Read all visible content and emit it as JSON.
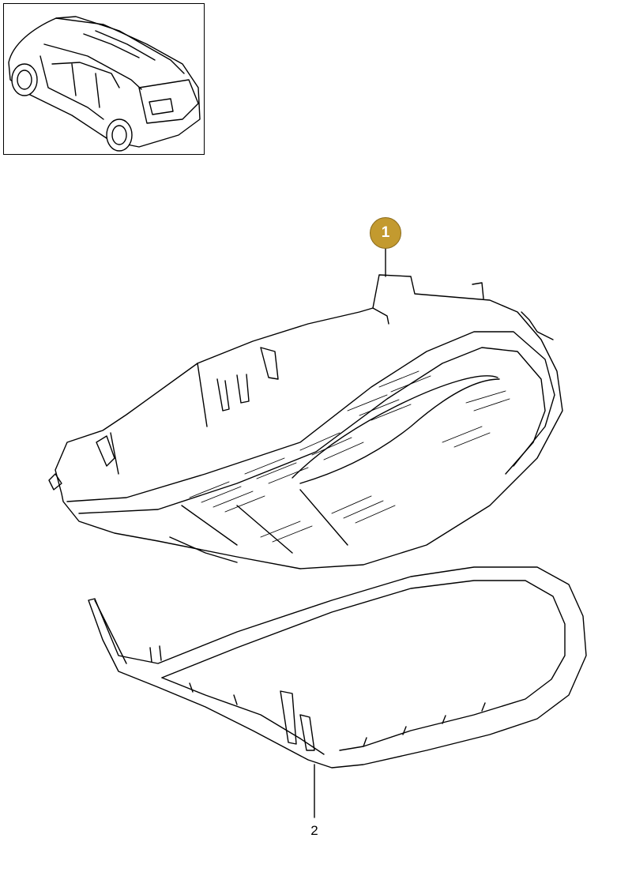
{
  "callouts": [
    {
      "label": "1",
      "style": "filled-badge",
      "color": "#c39a2f"
    },
    {
      "label": "2",
      "style": "plain"
    }
  ],
  "thumbnail": {
    "subject": "vehicle-overview",
    "icon": "car-thumbnail-icon"
  },
  "parts": [
    {
      "callout": "1",
      "icon": "tail-light-housing-icon"
    },
    {
      "callout": "2",
      "icon": "light-seal-gasket-icon"
    }
  ]
}
